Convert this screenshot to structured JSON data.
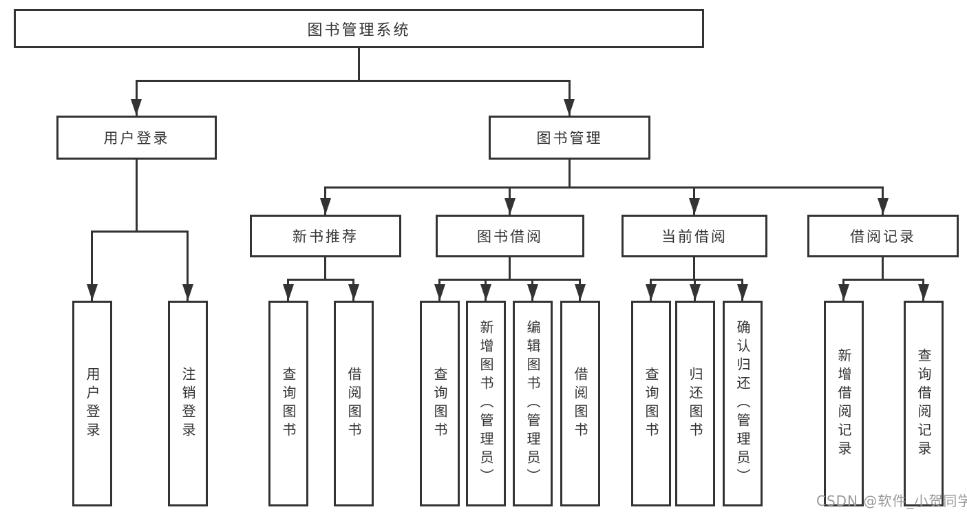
{
  "root": {
    "label": "图书管理系统"
  },
  "level2": {
    "user_login": "用户登录",
    "book_mgmt": "图书管理"
  },
  "level3": {
    "new_books": "新书推荐",
    "book_borrow": "图书借阅",
    "current_borrow": "当前借阅",
    "borrow_records": "借阅记录"
  },
  "leaves": {
    "login": "用户登录",
    "logout": "注销登录",
    "nb_query": "查询图书",
    "nb_borrow": "借阅图书",
    "bb_query": "查询图书",
    "bb_add": "新增图书（管理员）",
    "bb_edit": "编辑图书（管理员）",
    "bb_borrow": "借阅图书",
    "cb_query": "查询图书",
    "cb_return": "归还图书",
    "cb_confirm": "确认归还（管理员）",
    "br_add": "新增借阅记录",
    "br_query": "查询借阅记录"
  },
  "watermark": "CSDN @软件_小贺同学",
  "colors": {
    "line": "#333333",
    "text": "#333333",
    "watermark_gray": "#999999",
    "background": "#ffffff"
  }
}
